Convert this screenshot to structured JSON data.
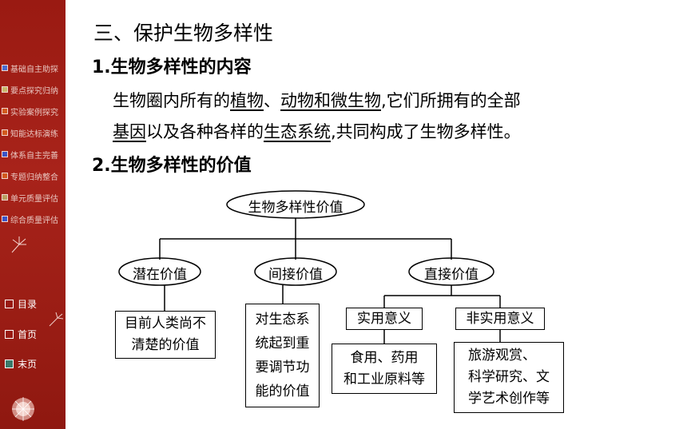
{
  "sidebar": {
    "nav_items": [
      {
        "label": "基础自主助探",
        "color": "#4a6bd0"
      },
      {
        "label": "要点探究归纳",
        "color": "#c8b86a"
      },
      {
        "label": "实验案例探究",
        "color": "#d25a1e"
      },
      {
        "label": "知能达标演练",
        "color": "#d25a1e"
      },
      {
        "label": "体系自主完善",
        "color": "#3a54c8"
      },
      {
        "label": "专题归纳整合",
        "color": "#d25a1e"
      },
      {
        "label": "单元质量评估",
        "color": "#b8a060"
      },
      {
        "label": "综合质量评估",
        "color": "#3a54c8"
      }
    ],
    "controls": [
      {
        "label": "目录"
      },
      {
        "label": "首页"
      },
      {
        "label": "末页"
      }
    ]
  },
  "content": {
    "section_title": "三、保护生物多样性",
    "sub1_title": "1.生物多样性的内容",
    "para": {
      "l1_a": "生物圈内所有的",
      "l1_b": "植物",
      "l1_c": "、",
      "l1_d": "动物",
      "l1_e": "和",
      "l1_f": "微生物",
      "l1_g": ",它们所拥有的全部",
      "l2_a": "基因",
      "l2_b": "以及各种各样的",
      "l2_c": "生态系统",
      "l2_d": ",共同构成了生物多样性。"
    },
    "sub2_title": "2.生物多样性的价值"
  },
  "diagram": {
    "root": "生物多样性价值",
    "potential": "潜在价值",
    "potential_desc": [
      "目前人类尚不",
      "清楚的价值"
    ],
    "indirect": "间接价值",
    "indirect_desc": [
      "对生态系",
      "统起到重",
      "要调节功",
      "能的价值"
    ],
    "direct": "直接价值",
    "practical": "实用意义",
    "practical_desc": [
      "食用、药用",
      "和工业原料等"
    ],
    "nonpractical": "非实用意义",
    "nonpractical_desc": [
      "旅游观赏、",
      "科学研究、文",
      "学艺术创作等"
    ]
  }
}
